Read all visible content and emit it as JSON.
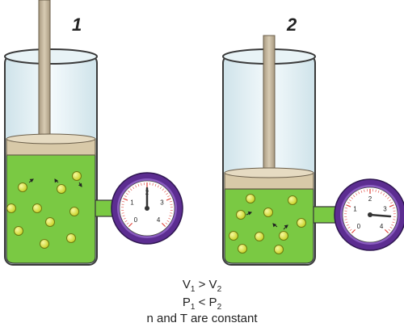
{
  "panels": [
    {
      "label": "1",
      "gauge": {
        "max": 4,
        "reading": 2.0,
        "ticks": [
          "0",
          "1",
          "2",
          "3",
          "4"
        ]
      }
    },
    {
      "label": "2",
      "gauge": {
        "max": 4,
        "reading": 3.4,
        "ticks": [
          "0",
          "1",
          "2",
          "3",
          "4"
        ]
      }
    }
  ],
  "relations": {
    "volume": {
      "left": "V",
      "left_sub": "1",
      "op": ">",
      "right": "V",
      "right_sub": "2"
    },
    "pressure": {
      "left": "P",
      "left_sub": "1",
      "op": "<",
      "right": "P",
      "right_sub": "2"
    },
    "constant": "n and T are constant"
  },
  "colors": {
    "gas": "#7ac943",
    "molecule": "#d4e157",
    "gauge_ring": "#5c2d91",
    "piston": "#d8c9a8",
    "needle": "#333333"
  }
}
